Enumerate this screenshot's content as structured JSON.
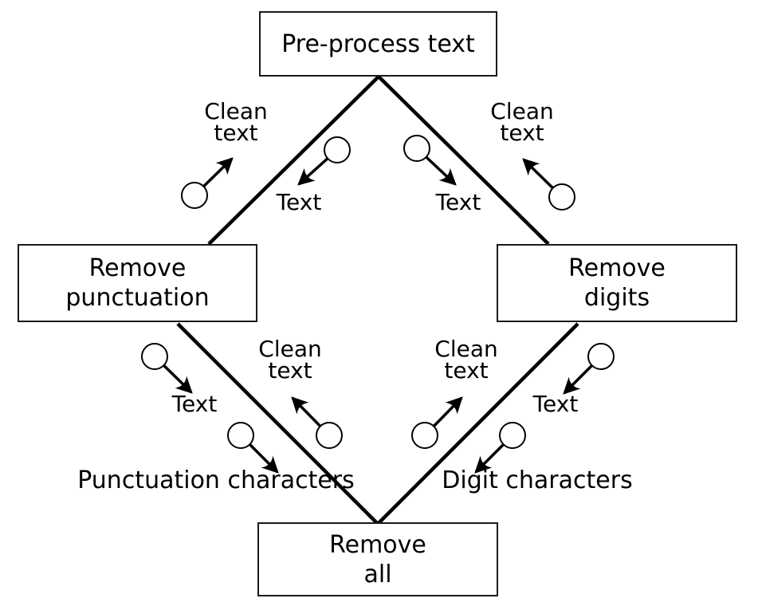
{
  "diagram": {
    "title_hint": "text pre-processing flow diagram",
    "colors": {
      "background": "#ffffff",
      "stroke": "#000000",
      "box_border": "#1a1a1a"
    },
    "boxes": {
      "top": {
        "label": "Pre-process text"
      },
      "left": {
        "line1": "Remove",
        "line2": "punctuation"
      },
      "right": {
        "line1": "Remove",
        "line2": "digits"
      },
      "bottom": {
        "line1": "Remove",
        "line2": "all"
      }
    },
    "edge_labels": {
      "clean_line1": "Clean",
      "clean_line2": "text",
      "text": "Text",
      "punctuation_output": "Punctuation characters",
      "digit_output": "Digit characters"
    }
  }
}
